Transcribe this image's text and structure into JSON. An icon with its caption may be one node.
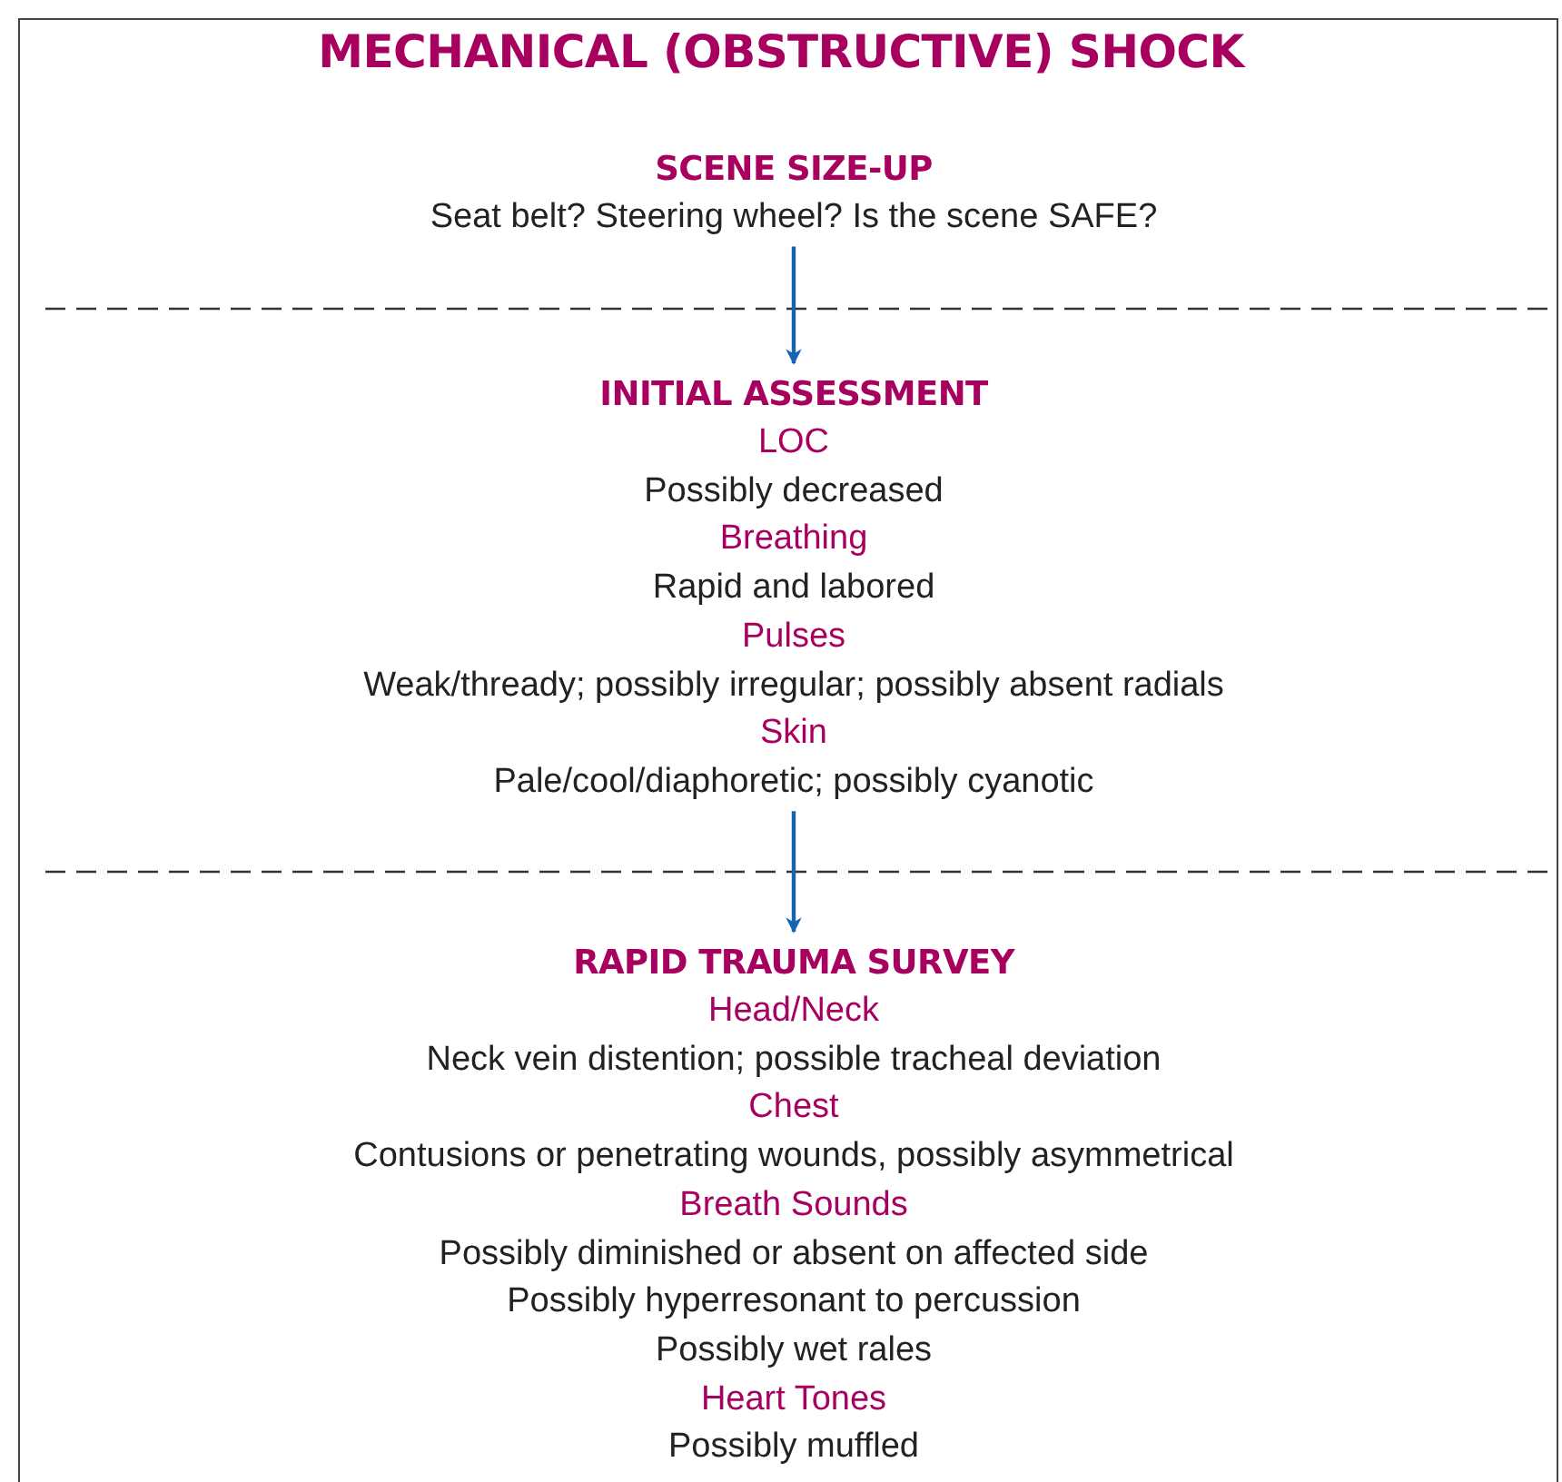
{
  "diagram": {
    "title": "MECHANICAL (OBSTRUCTIVE) SHOCK",
    "nodes": [
      {
        "text": [
          "SCENE SIZE-UP",
          "Seat belt? Steering wheel? Is the scene SAFE?"
        ]
      },
      {
        "text": [
          "INITIAL ASSESSMENT",
          "LOC",
          "Possibly decreased",
          "Breathing",
          "Rapid and labored",
          "Pulses",
          "Weak/thready; possibly irregular; possibly absent radials",
          "Skin",
          "Pale/cool/diaphoretic; possibly cyanotic"
        ]
      },
      {
        "text": [
          "RAPID TRAUMA SURVEY",
          "Head/Neck",
          "Neck vein distention; possible tracheal deviation",
          "Chest",
          "Contusions or penetrating wounds, possibly asymmetrical",
          "Breath Sounds",
          "Possibly diminished or absent on affected side",
          "Possibly hyperresonant to percussion",
          "Possibly wet rales",
          "Heart Tones",
          "Possibly muffled"
        ]
      }
    ],
    "edges": [
      {
        "from": 0,
        "to": 1,
        "arrow": "to"
      },
      {
        "from": 1,
        "to": 2,
        "arrow": "to"
      }
    ]
  }
}
